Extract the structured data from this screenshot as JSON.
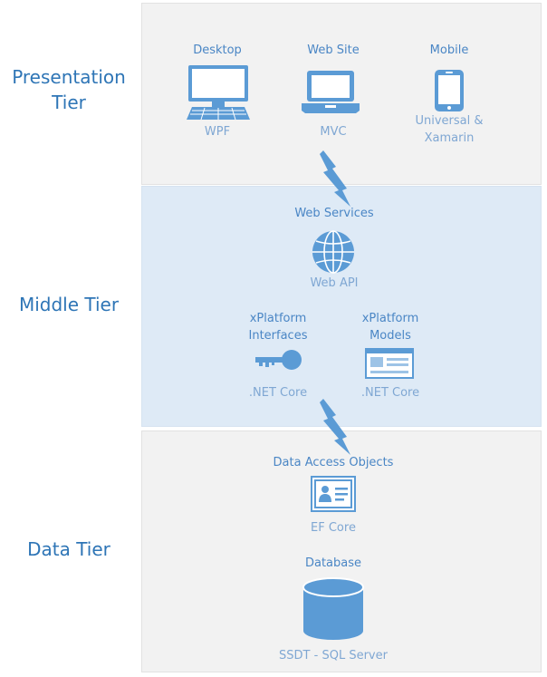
{
  "tiers": {
    "presentation": "Presentation Tier",
    "middle": "Middle Tier",
    "data": "Data Tier"
  },
  "presentation": {
    "desktop": {
      "title": "Desktop",
      "sub": "WPF",
      "icon": "desktop-monitor-icon"
    },
    "website": {
      "title": "Web Site",
      "sub": "MVC",
      "icon": "laptop-icon"
    },
    "mobile": {
      "title": "Mobile",
      "sub_line1": "Universal &",
      "sub_line2": "Xamarin",
      "icon": "mobile-phone-icon"
    }
  },
  "middle": {
    "webservices": {
      "title": "Web Services",
      "sub": "Web API",
      "icon": "globe-icon"
    },
    "interfaces": {
      "title_line1": "xPlatform",
      "title_line2": "Interfaces",
      "sub": ".NET Core",
      "icon": "key-icon"
    },
    "models": {
      "title_line1": "xPlatform",
      "title_line2": "Models",
      "sub": ".NET Core",
      "icon": "model-card-icon"
    }
  },
  "data": {
    "dao": {
      "title": "Data Access Objects",
      "sub": "EF Core",
      "icon": "id-card-icon"
    },
    "database": {
      "title": "Database",
      "sub": "SSDT - SQL Server",
      "icon": "database-cylinder-icon"
    }
  },
  "colors": {
    "label": "#2e75b6",
    "icon": "#5b9bd5",
    "title": "#4a86c5",
    "subtitle": "#7fa7d3",
    "presentation_bg": "#f2f2f2",
    "middle_bg": "#deeaf6",
    "data_bg": "#f2f2f2"
  }
}
